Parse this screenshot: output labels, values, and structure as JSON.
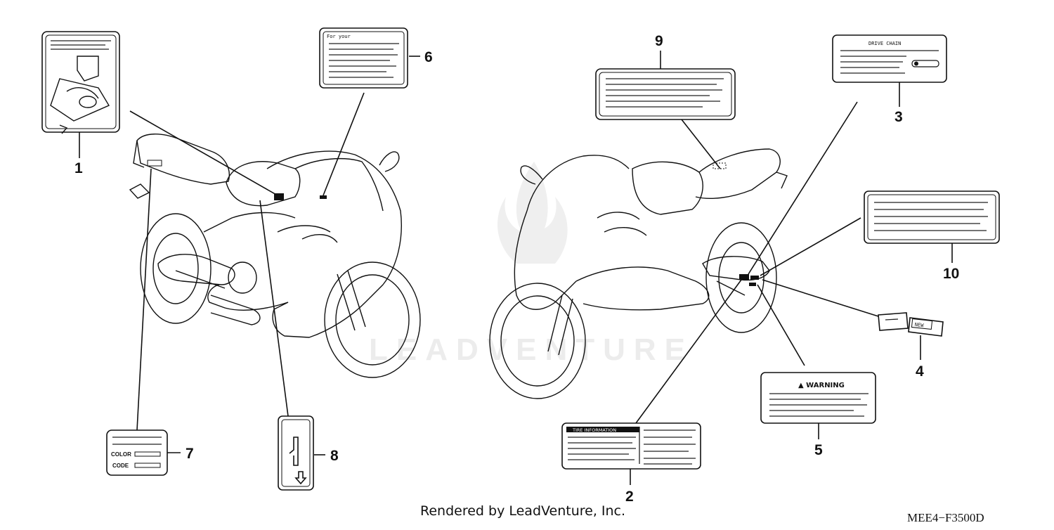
{
  "watermark": "LEADVENTURE",
  "footer": {
    "rendered_by": "Rendered by LeadVenture, Inc.",
    "diagram_code": "MEE4−F3500D"
  },
  "callouts": [
    {
      "id": "1",
      "label": "1"
    },
    {
      "id": "2",
      "label": "2"
    },
    {
      "id": "3",
      "label": "3"
    },
    {
      "id": "4",
      "label": "4"
    },
    {
      "id": "5",
      "label": "5"
    },
    {
      "id": "6",
      "label": "6"
    },
    {
      "id": "7",
      "label": "7"
    },
    {
      "id": "8",
      "label": "8"
    },
    {
      "id": "9",
      "label": "9"
    },
    {
      "id": "10",
      "label": "10"
    }
  ],
  "label_texts": {
    "label_6_heading": "For your",
    "label_3_heading": "DRIVE CHAIN",
    "label_5_heading": "▲ WARNING",
    "label_4_new": "NEW",
    "label_2_heading": "TIRE INFORMATION",
    "label_7_color": "COLOR",
    "label_7_code": "CODE"
  }
}
